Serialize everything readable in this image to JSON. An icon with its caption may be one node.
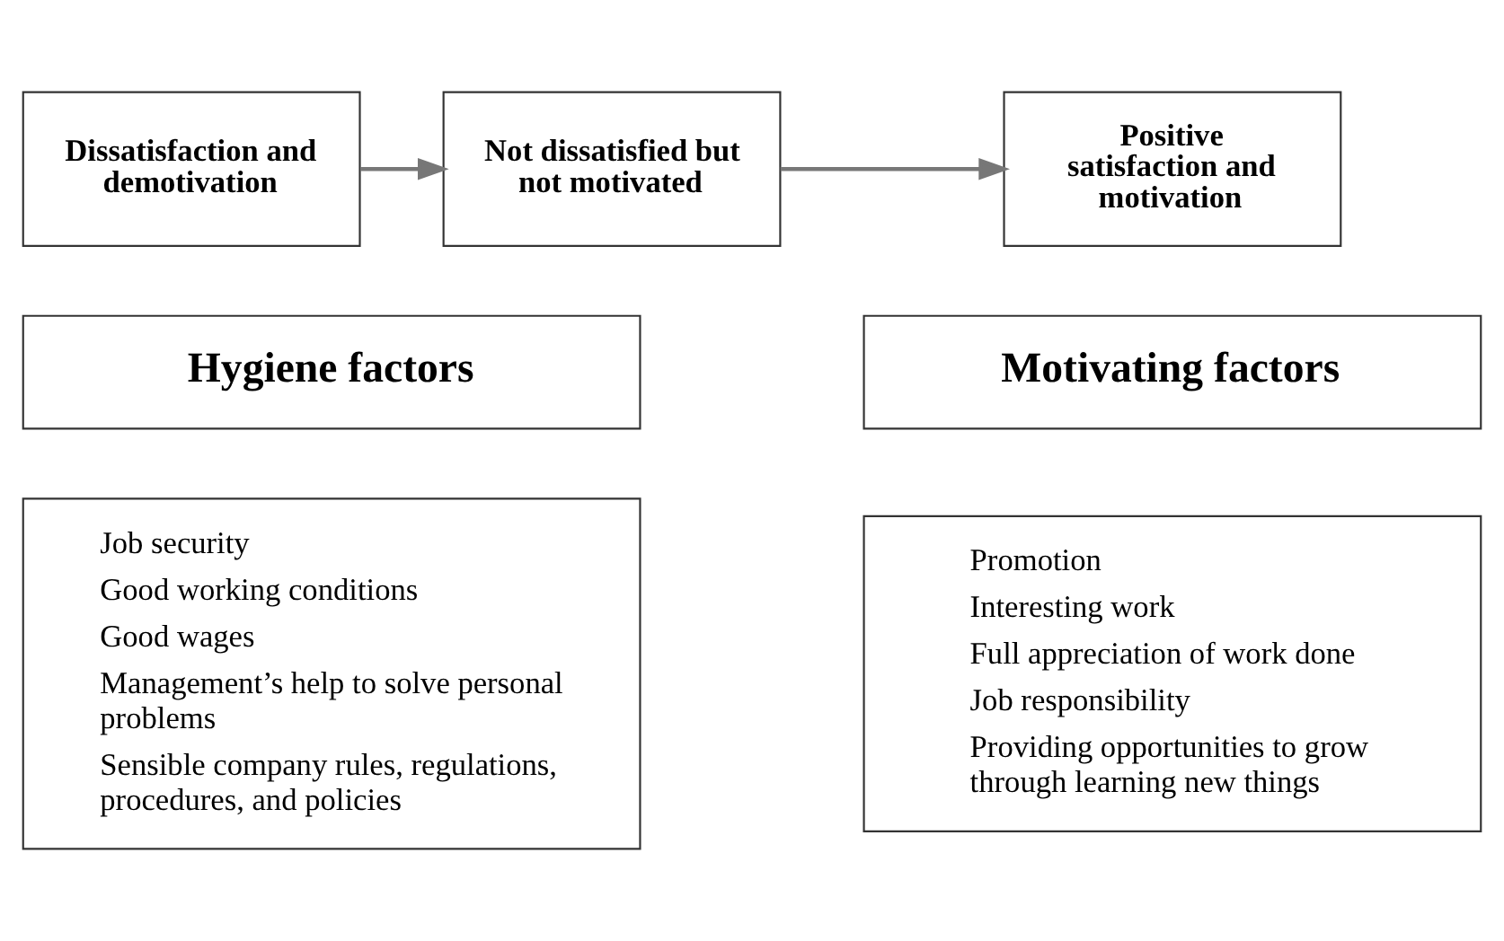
{
  "diagram": {
    "nodes": [
      {
        "text": [
          "Dissatisfaction and demotivation"
        ]
      },
      {
        "text": [
          "Not dissatisfied but not motivated"
        ]
      },
      {
        "text": [
          "Positive satisfaction and motivation"
        ]
      },
      {
        "text": [
          "Hygiene factors"
        ]
      },
      {
        "text": [
          "Motivating factors"
        ]
      },
      {
        "text": [
          "Job security",
          "Good working conditions",
          "Good wages",
          "Management’s help to solve personal problems",
          "Sensible company rules, regulations, procedures, and policies"
        ]
      },
      {
        "text": [
          "Promotion",
          "Interesting work",
          "Full appreciation of work done",
          "Job responsibility",
          "Providing opportunities to grow through learning new things"
        ]
      }
    ],
    "edges": [
      {
        "from": 0,
        "to": 1,
        "arrow": "to"
      },
      {
        "from": 1,
        "to": 2,
        "arrow": "to"
      }
    ]
  }
}
